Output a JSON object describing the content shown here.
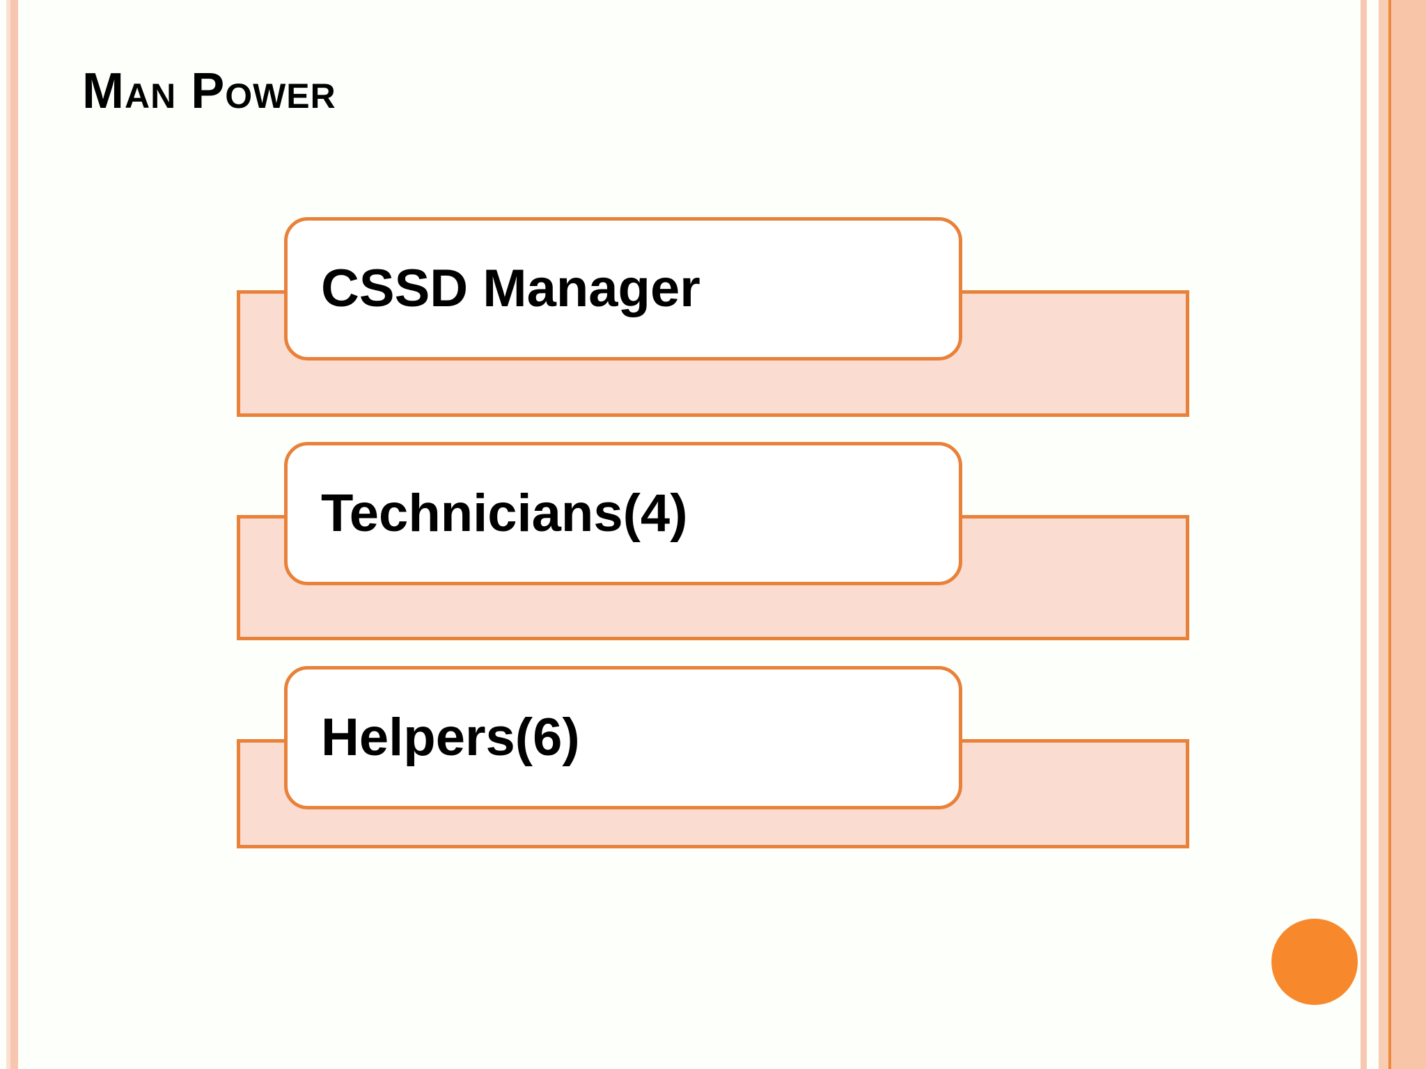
{
  "slide": {
    "title": "Man Power",
    "background_color": "#FDFFFA"
  },
  "theme": {
    "accent_orange": "#F7882C",
    "border_orange": "#E8813A",
    "band_peach": "#FBDCD0",
    "stripe_peach": "#F8C6AE",
    "stripe_light_peach": "#FBE0D3",
    "card_fill": "#FFFFFF",
    "text_color": "#000000"
  },
  "diagram": {
    "type": "stacked-list",
    "rows": [
      {
        "label": "CSSD Manager"
      },
      {
        "label": "Technicians(4)"
      },
      {
        "label": "Helpers(6)"
      }
    ]
  },
  "decorations": {
    "accent_circle": "orange-circle",
    "left_stripes": "vertical-peach-stripes",
    "right_stripes": "vertical-peach-stripes"
  }
}
